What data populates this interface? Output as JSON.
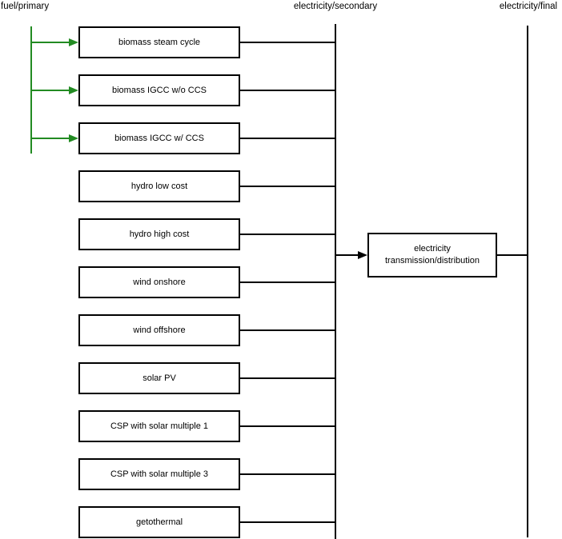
{
  "columns": [
    {
      "id": "fuel-primary",
      "label": "fuel/primary"
    },
    {
      "id": "electricity-secondary",
      "label": "electricity/secondary"
    },
    {
      "id": "electricity-final",
      "label": "electricity/final"
    }
  ],
  "technologies": [
    {
      "label": "biomass steam cycle",
      "fuel_input": true
    },
    {
      "label": "biomass IGCC w/o CCS",
      "fuel_input": true
    },
    {
      "label": "biomass IGCC w/ CCS",
      "fuel_input": true
    },
    {
      "label": "hydro low cost",
      "fuel_input": false
    },
    {
      "label": "hydro high cost",
      "fuel_input": false
    },
    {
      "label": "wind onshore",
      "fuel_input": false
    },
    {
      "label": "wind offshore",
      "fuel_input": false
    },
    {
      "label": "solar PV",
      "fuel_input": false
    },
    {
      "label": "CSP with solar multiple 1",
      "fuel_input": false
    },
    {
      "label": "CSP with solar multiple 3",
      "fuel_input": false
    },
    {
      "label": "getothermal",
      "fuel_input": false
    }
  ],
  "transmission": {
    "line1": "electricity",
    "line2": "transmission/distribution"
  },
  "colors": {
    "fuel_green": "#228B22",
    "line_black": "#000000",
    "background": "#FFFFFF",
    "box_fill": "#FFFFFF"
  }
}
